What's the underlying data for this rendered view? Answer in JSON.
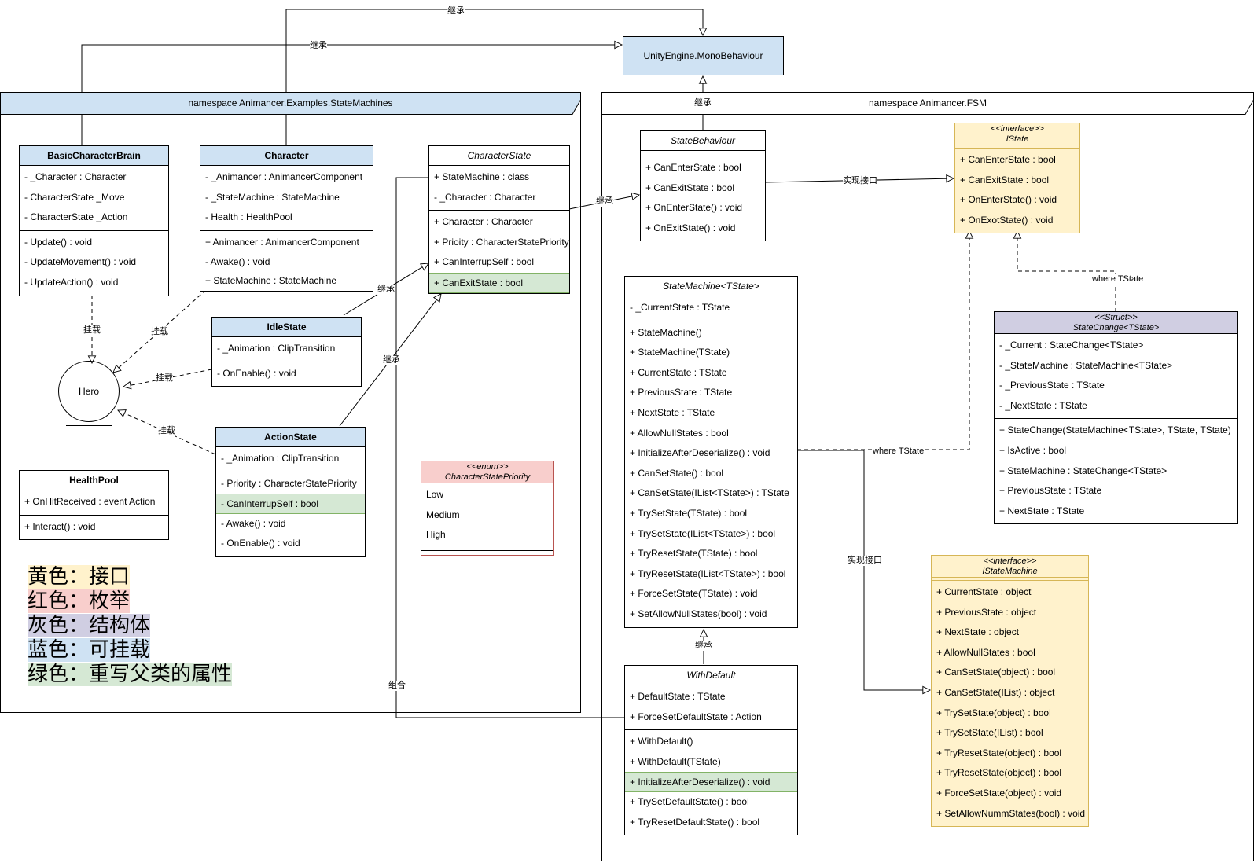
{
  "colors": {
    "blue": "#cfe2f3",
    "yellow": "#fff2cc",
    "red": "#f8cecc",
    "purple": "#d0cee2",
    "green": "#d5e8d4"
  },
  "packages": {
    "examples": "namespace Animancer.Examples.StateMachines",
    "fsm": "namespace Animancer.FSM"
  },
  "monobehaviour": "UnityEngine.MonoBehaviour",
  "hero": "Hero",
  "classes": {
    "basic_character_brain": {
      "name": "BasicCharacterBrain",
      "attrs": [
        "- _Character : Character",
        "- CharacterState _Move",
        "- CharacterState _Action"
      ],
      "ops": [
        "- Update() : void",
        "- UpdateMovement() : void",
        "- UpdateAction() : void"
      ]
    },
    "character": {
      "name": "Character",
      "attrs": [
        "- _Animancer : AnimancerComponent",
        "- _StateMachine : StateMachine",
        "- Health : HealthPool"
      ],
      "ops": [
        "+ Animancer : AnimancerComponent",
        "- Awake() : void",
        "+ StateMachine : StateMachine"
      ]
    },
    "character_state": {
      "name": "CharacterState",
      "attrs": [
        "+ StateMachine : class",
        "- _Character : Character"
      ],
      "ops": [
        "+ Character : Character",
        "+ Prioity : CharacterStatePriority",
        "+ CanInterrupSelf :  bool",
        "+ CanExitState : bool"
      ]
    },
    "idle_state": {
      "name": "IdleState",
      "attrs": [
        "- _Animation : ClipTransition"
      ],
      "ops": [
        "- OnEnable() : void"
      ]
    },
    "action_state": {
      "name": "ActionState",
      "attrs": [
        "- _Animation : ClipTransition"
      ],
      "ops": [
        "- Priority : CharacterStatePriority",
        "- CanInterrupSelf : bool",
        "- Awake() : void",
        "- OnEnable() : void"
      ]
    },
    "health_pool": {
      "name": "HealthPool",
      "attrs": [
        "+ OnHitReceived : event Action"
      ],
      "ops": [
        "+ Interact() : void"
      ]
    },
    "priority_enum": {
      "stereotype": "<<enum>>",
      "name": "CharacterStatePriority",
      "items": [
        "Low",
        "Medium",
        "High"
      ]
    },
    "state_behaviour": {
      "name": "StateBehaviour",
      "ops": [
        "+ CanEnterState : bool",
        "+ CanExitState : bool",
        "+ OnEnterState() : void",
        "+ OnExitState() : void"
      ]
    },
    "istate": {
      "stereotype": "<<interface>>",
      "name": "IState",
      "ops": [
        "+ CanEnterState : bool",
        "+ CanExitState : bool",
        "+ OnEnterState() : void",
        "+ OnExotState() : void"
      ]
    },
    "state_machine": {
      "name": "StateMachine<TState>",
      "attrs": [
        "- _CurrentState : TState"
      ],
      "ops": [
        "+ StateMachine()",
        "+ StateMachine(TState)",
        "+ CurrentState : TState",
        "+ PreviousState : TState",
        "+ NextState : TState",
        "+ AllowNullStates : bool",
        "+ InitializeAfterDeserialize() : void",
        "+ CanSetState() : bool",
        "+ CanSetState(IList<TState>) : TState",
        "+ TrySetState(TState) : bool",
        "+ TrySetState(IList<TState>) : bool",
        "+ TryResetState(TState) : bool",
        "+ TryResetState(IList<TState>) : bool",
        "+ ForceSetState(TState) : void",
        "+ SetAllowNullStates(bool) : void"
      ]
    },
    "state_change": {
      "stereotype": "<<Struct>>",
      "name": "StateChange<TState>",
      "attrs": [
        "- _Current : StateChange<TState>",
        "- _StateMachine : StateMachine<TState>",
        "- _PreviousState : TState",
        "- _NextState : TState"
      ],
      "ops": [
        "+ StateChange(StateMachine<TState>, TState, TState)",
        "+ IsActive : bool",
        "+ StateMachine : StateChange<TState>",
        "+ PreviousState : TState",
        "+ NextState : TState"
      ]
    },
    "with_default": {
      "name": "WithDefault",
      "attrs": [
        "+ DefaultState : TState",
        "+ ForceSetDefaultState : Action"
      ],
      "ops": [
        "+ WithDefault()",
        "+ WithDefault(TState)",
        "+ InitializeAfterDeserialize() : void",
        "+ TrySetDefaultState() : bool",
        "+ TryResetDefaultState() : bool"
      ]
    },
    "istate_machine": {
      "stereotype": "<<interface>>",
      "name": "IStateMachine",
      "ops": [
        "+ CurrentState : object",
        "+ PreviousState : object",
        "+ NextState : object",
        "+ AllowNullStates : bool",
        "+ CanSetState(object) : bool",
        "+ CanSetState(IList) : object",
        "+ TrySetState(object) : bool",
        "+ TrySetState(IList) : bool",
        "+ TryResetState(object) : bool",
        "+ TryResetState(object) : bool",
        "+ ForceSetState(object) : void",
        "+ SetAllowNummStates(bool) : void"
      ]
    }
  },
  "edge_labels": {
    "inherit": "继承",
    "mount": "挂载",
    "implement": "实现接口",
    "compose": "组合",
    "where": "where TState"
  },
  "legend": [
    "黄色：接口",
    "红色：枚举",
    "灰色：结构体",
    "蓝色：可挂载",
    "绿色：重写父类的属性"
  ]
}
